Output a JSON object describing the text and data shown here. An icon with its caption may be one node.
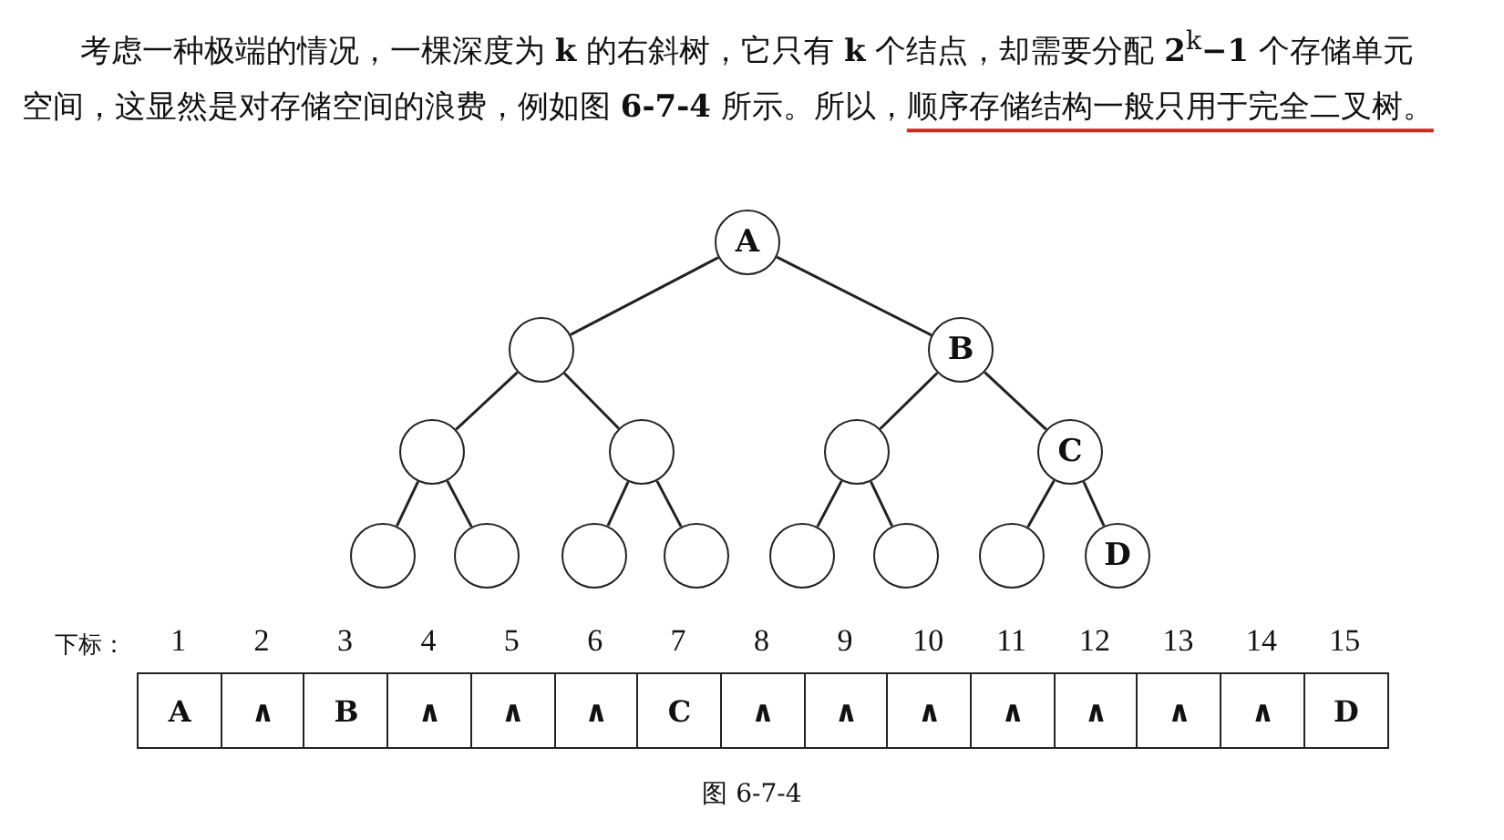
{
  "diagram": {
    "caption": "图 6-7-4",
    "nodes": [
      {
        "text": [
          "A"
        ]
      },
      {
        "text": [],
        "shape": "circle"
      },
      {
        "text": [
          "B"
        ]
      },
      {
        "text": [],
        "shape": "circle"
      },
      {
        "text": [],
        "shape": "circle"
      },
      {
        "text": [],
        "shape": "circle"
      },
      {
        "text": [
          "C"
        ]
      },
      {
        "text": [],
        "shape": "circle"
      },
      {
        "text": [],
        "shape": "circle"
      },
      {
        "text": [],
        "shape": "circle"
      },
      {
        "text": [],
        "shape": "circle"
      },
      {
        "text": [],
        "shape": "circle"
      },
      {
        "text": [],
        "shape": "circle"
      },
      {
        "text": [],
        "shape": "circle"
      },
      {
        "text": [
          "D"
        ]
      },
      {
        "text": [
          "A"
        ]
      },
      {
        "text": [
          "∧"
        ]
      },
      {
        "text": [
          "B"
        ]
      },
      {
        "text": [
          "∧"
        ]
      },
      {
        "text": [
          "∧"
        ]
      },
      {
        "text": [
          "∧"
        ]
      },
      {
        "text": [
          "C"
        ]
      },
      {
        "text": [
          "∧"
        ]
      },
      {
        "text": [
          "∧"
        ]
      },
      {
        "text": [
          "∧"
        ]
      },
      {
        "text": [
          "∧"
        ]
      },
      {
        "text": [
          "∧"
        ]
      },
      {
        "text": [
          "∧"
        ]
      },
      {
        "text": [
          "∧"
        ]
      },
      {
        "text": [
          "D"
        ]
      }
    ],
    "edges": [
      {
        "from": 0,
        "to": 1,
        "arrow": "none"
      },
      {
        "from": 0,
        "to": 2,
        "arrow": "none"
      },
      {
        "from": 1,
        "to": 3,
        "arrow": "none"
      },
      {
        "from": 1,
        "to": 4,
        "arrow": "none"
      },
      {
        "from": 2,
        "to": 5,
        "arrow": "none"
      },
      {
        "from": 2,
        "to": 6,
        "arrow": "none"
      },
      {
        "from": 3,
        "to": 7,
        "arrow": "none"
      },
      {
        "from": 3,
        "to": 8,
        "arrow": "none"
      },
      {
        "from": 4,
        "to": 9,
        "arrow": "none"
      },
      {
        "from": 4,
        "to": 10,
        "arrow": "none"
      },
      {
        "from": 5,
        "to": 11,
        "arrow": "none"
      },
      {
        "from": 5,
        "to": 12,
        "arrow": "none"
      },
      {
        "from": 6,
        "to": 13,
        "arrow": "none"
      },
      {
        "from": 6,
        "to": 14,
        "arrow": "none"
      }
    ],
    "labels": [
      "考虑一种极端的情况，一棵深度为 **k** 的右斜树，它只有 **k** 个结点，却需要分配 **2**$^{k}$**−1** 个存储单元空间，这显然是对存储空间的浪费，例如图 **6-7-4** 所示。所以，顺序存储结构一般只用于完全二叉树。",
      "下标：",
      "1",
      "2",
      "3",
      "4",
      "5",
      "6",
      "7",
      "8",
      "9",
      "10",
      "11",
      "12",
      "13",
      "14",
      "15"
    ]
  }
}
